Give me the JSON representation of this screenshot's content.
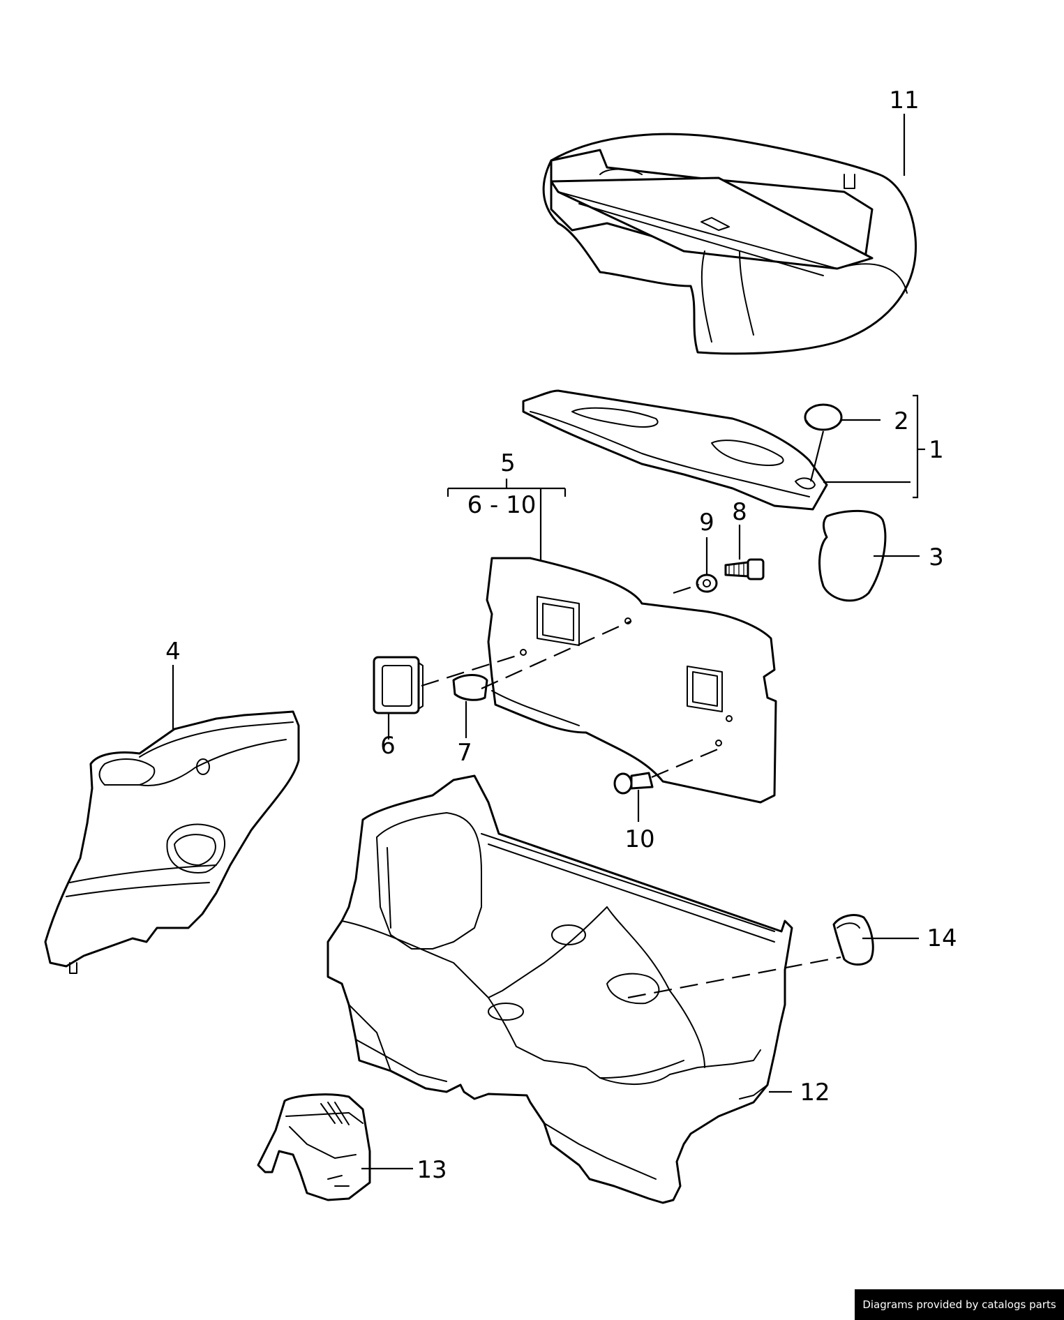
{
  "labels": {
    "l1": "1",
    "l2": "2",
    "l3": "3",
    "l4": "4",
    "l5": "5",
    "l5range": "6 - 10",
    "l6": "6",
    "l7": "7",
    "l8": "8",
    "l9": "9",
    "l10": "10",
    "l11": "11",
    "l12": "12",
    "l13": "13",
    "l14": "14"
  },
  "footer": {
    "credit": "Diagrams provided by catalogs parts"
  }
}
